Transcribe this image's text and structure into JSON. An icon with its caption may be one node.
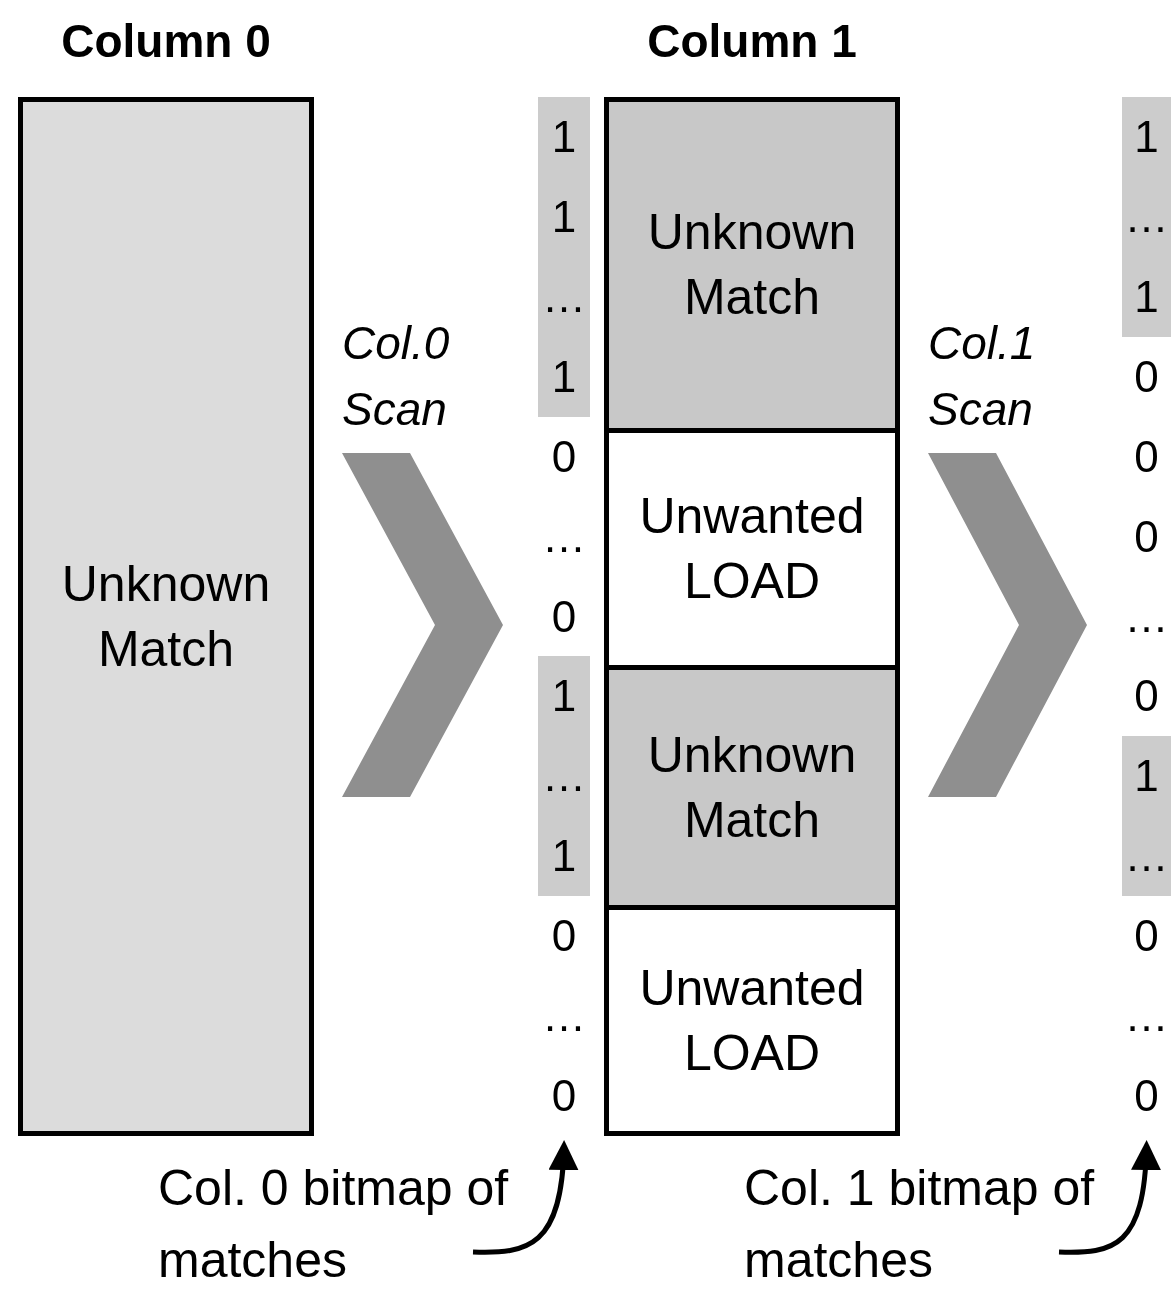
{
  "diagram": {
    "nodes": [
      {
        "text": [
          "Column 0",
          "Unknown Match"
        ]
      },
      {
        "text": [
          "1",
          "1",
          "…",
          "1",
          "0",
          "…",
          "0",
          "1",
          "…",
          "1",
          "0",
          "…",
          "0"
        ]
      },
      {
        "text": [
          "Column 1"
        ]
      },
      {
        "text": [
          "Unknown Match"
        ],
        "in": 2
      },
      {
        "text": [
          "Unwanted LOAD"
        ],
        "in": 2
      },
      {
        "text": [
          "Unknown Match"
        ],
        "in": 2
      },
      {
        "text": [
          "Unwanted LOAD"
        ],
        "in": 2
      },
      {
        "text": [
          "1",
          "…",
          "1",
          "0",
          "0",
          "0",
          "…",
          "0",
          "1",
          "…",
          "0",
          "…",
          "0"
        ]
      },
      {
        "text": [
          "Col. 0 bitmap of matches"
        ]
      },
      {
        "text": [
          "Col. 1 bitmap of matches"
        ]
      }
    ],
    "edges": [
      {
        "from": 0,
        "to": 1,
        "arrow": "to",
        "label": "Col.0 Scan"
      },
      {
        "from": 2,
        "to": 7,
        "arrow": "to",
        "label": "Col.1 Scan"
      },
      {
        "from": 8,
        "to": 1,
        "arrow": "to"
      },
      {
        "from": 9,
        "to": 7,
        "arrow": "to"
      }
    ]
  }
}
